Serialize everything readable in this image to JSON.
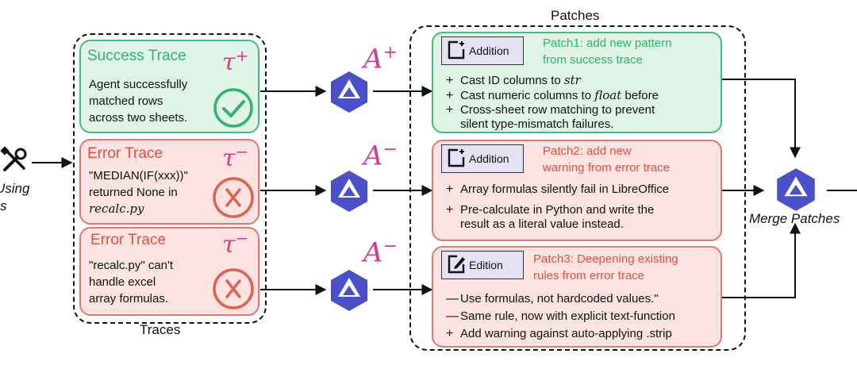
{
  "left": {
    "label_top": "Using",
    "label_bottom": "s",
    "tool_icon": "tools-icon"
  },
  "traces": {
    "title": "Traces",
    "items": [
      {
        "type": "success",
        "title": "Success Trace",
        "tau_sign": "+",
        "lines": [
          "Agent successfully",
          "matched rows",
          "across two sheets."
        ],
        "status_icon": "check-circle-icon"
      },
      {
        "type": "error",
        "title": "Error Trace",
        "tau_sign": "−",
        "lines": [
          "\"MEDIAN(IF(xxx))\"",
          "returned None in",
          "recalc.py"
        ],
        "status_icon": "x-circle-icon"
      },
      {
        "type": "error",
        "title": "Error Trace",
        "tau_sign": "−",
        "lines": [
          "\"recalc.py\" can't",
          "handle excel",
          "array formulas."
        ],
        "status_icon": "x-circle-icon"
      }
    ]
  },
  "agents": [
    {
      "sign": "+"
    },
    {
      "sign": "−"
    },
    {
      "sign": "−"
    }
  ],
  "symbols": {
    "tau": "τ",
    "a": "A"
  },
  "patches": {
    "title": "Patches",
    "items": [
      {
        "badge": "Addition",
        "title_lines": [
          "Patch1: add new pattern",
          "from success trace"
        ],
        "items": [
          {
            "sym": "+",
            "text": "Cast ID columns to ",
            "math": "str",
            "after": ""
          },
          {
            "sym": "+",
            "text": "Cast numeric columns to ",
            "math": "float",
            "after": " before"
          },
          {
            "sym": "+",
            "text": "Cross-sheet row matching to prevent",
            "math": "",
            "after": ""
          },
          {
            "sym": "",
            "text": "silent type-mismatch failures.",
            "math": "",
            "after": ""
          }
        ]
      },
      {
        "badge": "Addition",
        "title_lines": [
          "Patch2: add new",
          "warning from error trace"
        ],
        "items": [
          {
            "sym": "+",
            "text": "Array formulas silently fail in LibreOffice",
            "math": "",
            "after": ""
          },
          {
            "sym": "+",
            "text": "Pre-calculate in Python and write the",
            "math": "",
            "after": ""
          },
          {
            "sym": "",
            "text": "result as a literal value instead.",
            "math": "",
            "after": ""
          }
        ]
      },
      {
        "badge": "Edition",
        "title_lines": [
          "Patch3: Deepening existing",
          "rules from error trace"
        ],
        "items": [
          {
            "sym": "—",
            "text": "Use formulas, not hardcoded values.\"",
            "math": "",
            "after": ""
          },
          {
            "sym": "—",
            "text": "Same rule, now with explicit text-function",
            "math": "",
            "after": ""
          },
          {
            "sym": "+",
            "text": "Add warning against auto-applying .strip",
            "math": "",
            "after": ""
          }
        ]
      }
    ]
  },
  "merge": {
    "label": "Merge Patches"
  }
}
